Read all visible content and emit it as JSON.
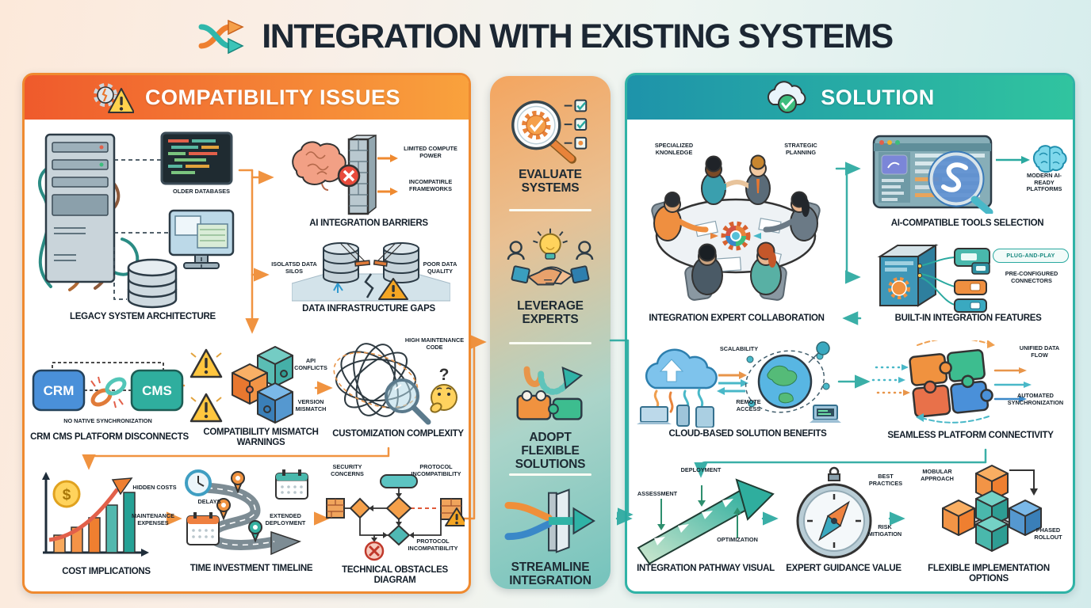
{
  "header": {
    "title": "INTEGRATION WITH EXISTING SYSTEMS"
  },
  "issues": {
    "title": "COMPATIBILITY ISSUES",
    "legacy": {
      "caption": "LEGACY SYSTEM ARCHITECTURE",
      "older": "OLDER DATABASES"
    },
    "ai_barriers": {
      "caption": "AI INTEGRATION BARRIERS",
      "limited": "LIMITED COMPUTE POWER",
      "frameworks": "INCOMPATIRLE FRAMEWORKS"
    },
    "data_gaps": {
      "caption": "DATA INFRASTRUCTURE GAPS",
      "silos": "ISOLATSD DATA SILOS",
      "quality": "POOR DATA QUALITY"
    },
    "crm_cms": {
      "caption": "CRM CMS PLATFORM DISCONNECTS",
      "crm": "CRM",
      "cms": "CMS",
      "sync": "NO NATIVE SYNCHRONIZATION"
    },
    "mismatch": {
      "caption": "COMPATIBILITY MISMATCH WARNINGS",
      "api": "API CONFLICTS",
      "version": "VERSION MISMATCH"
    },
    "custom": {
      "caption": "CUSTOMIZATION COMPLEXITY",
      "maintenance": "HIGH MAINTENANCE CODE",
      "question": "?"
    },
    "cost": {
      "caption": "COST IMPLICATIONS",
      "hidden": "HIDDEN COSTS",
      "expenses": "MAINTENANCE EXPENSES",
      "dollar": "$"
    },
    "timeline": {
      "caption": "TIME INVESTMENT TIMELINE",
      "delays": "DELAYS",
      "deployment": "EXTENDED DEPLOYMENT"
    },
    "obstacles": {
      "caption": "TECHNICAL OBSTACLES DIAGRAM",
      "security": "SECURITY CONCERNS",
      "protocol_top": "PROTOCOL INCOMPATIBILITY",
      "protocol_bottom": "PROTOCOL INCOMPATIBILITY"
    }
  },
  "steps": [
    {
      "label": "EVALUATE SYSTEMS"
    },
    {
      "label": "LEVERAGE EXPERTS"
    },
    {
      "label": "ADOPT FLEXIBLE SOLUTIONS"
    },
    {
      "label": "STREAMLINE INTEGRATION"
    }
  ],
  "solution": {
    "title": "SOLUTION",
    "collab": {
      "caption": "INTEGRATION EXPERT COLLABORATION",
      "knowledge": "SPECIALIZED KNONLEDGE",
      "planning": "STRATEGIC PLANNING"
    },
    "ai_tools": {
      "caption": "AI-COMPATIBLE TOOLS SELECTION",
      "platforms": "MODERN AI-READY PLATFORMS"
    },
    "builtin": {
      "caption": "BUILT-IN INTEGRATION FEATURES",
      "plug": "PLUG-AND-PLAY",
      "connectors": "PRE-CONFIGURED CONNECTORS"
    },
    "cloud": {
      "caption": "CLOUD-BASED SOLUTION BENEFITS",
      "scalability": "SCALABILITY",
      "remote": "REMOTE ACCESS"
    },
    "seamless": {
      "caption": "SEAMLESS PLATFORM CONNECTIVITY",
      "unified": "UNIFIED DATA FLOW",
      "auto_sync": "AUTOMATED SYNCHRONIZATION"
    },
    "pathway": {
      "caption": "INTEGRATION PATHWAY VISUAL",
      "assessment": "ASSESSMENT",
      "deployment": "DEPLOYMENT",
      "optimization": "OPTIMIZATION"
    },
    "guidance": {
      "caption": "EXPERT GUIDANCE VALUE",
      "best": "BEST PRACTICES",
      "risk": "RISK MITIGATION"
    },
    "flexible": {
      "caption": "FLEXIBLE IMPLEMENTATION OPTIONS",
      "modular": "MOBULAR APPROACH",
      "phased": "PHASED ROLLOUT"
    }
  },
  "colors": {
    "issue_accent": "#ef8a30",
    "solution_accent": "#2fb3a6",
    "warning": "#f5a623"
  }
}
